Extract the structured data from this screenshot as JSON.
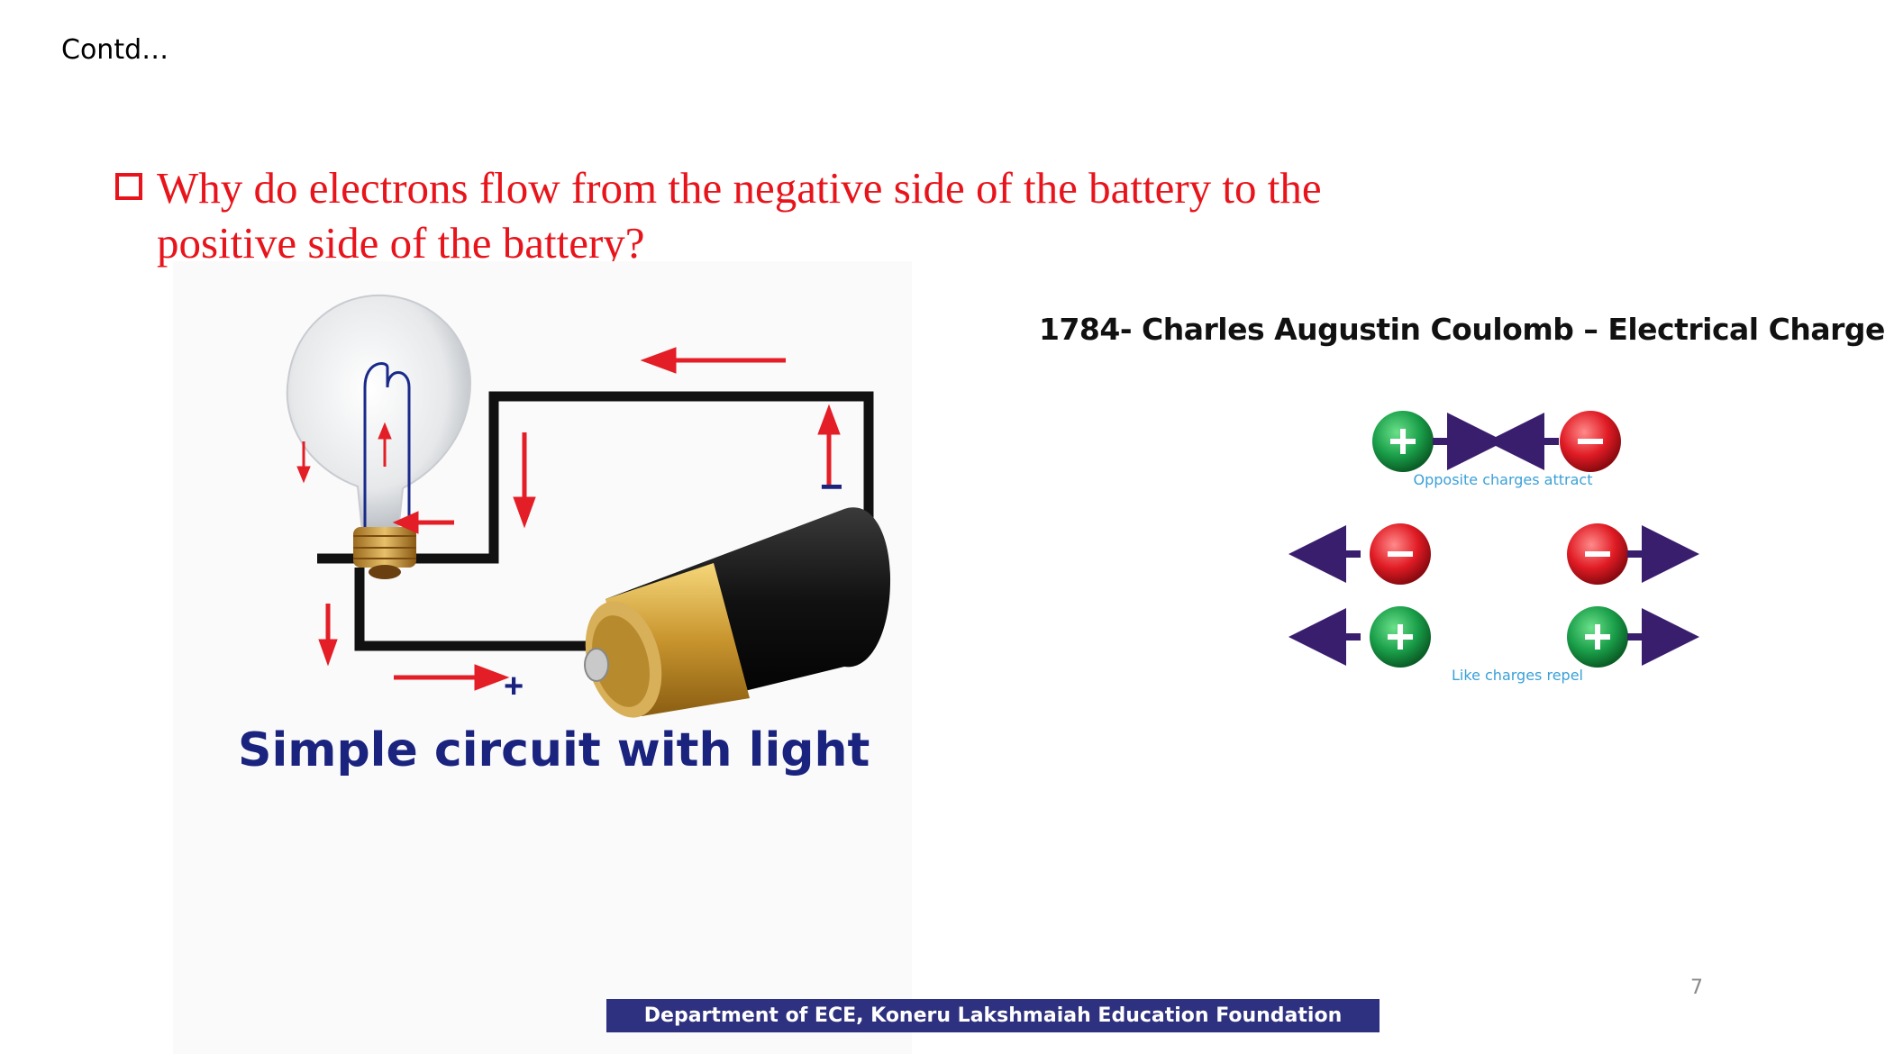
{
  "slide": {
    "contd": "Contd…",
    "question_line1": "Why do electrons flow from the negative side of the battery to the",
    "question_line2": "positive side of the battery?",
    "circuit_caption": "Simple circuit with light",
    "minus_sign": "−",
    "plus_sign": "+",
    "coulomb_title": "1784- Charles Augustin Coulomb – Electrical Charge",
    "opposite_label": "Opposite charges attract",
    "like_label": "Like charges repel",
    "page_number": "7",
    "footer": "Department of ECE, Koneru  Lakshmaiah Education Foundation"
  },
  "colors": {
    "question": "#e8141b",
    "footer_bg": "#2e3080",
    "caption": "#1a237e",
    "positive": "#1a9e49",
    "negative": "#e01b24",
    "arrow": "#3a1e6e",
    "label": "#3aa0d8"
  }
}
